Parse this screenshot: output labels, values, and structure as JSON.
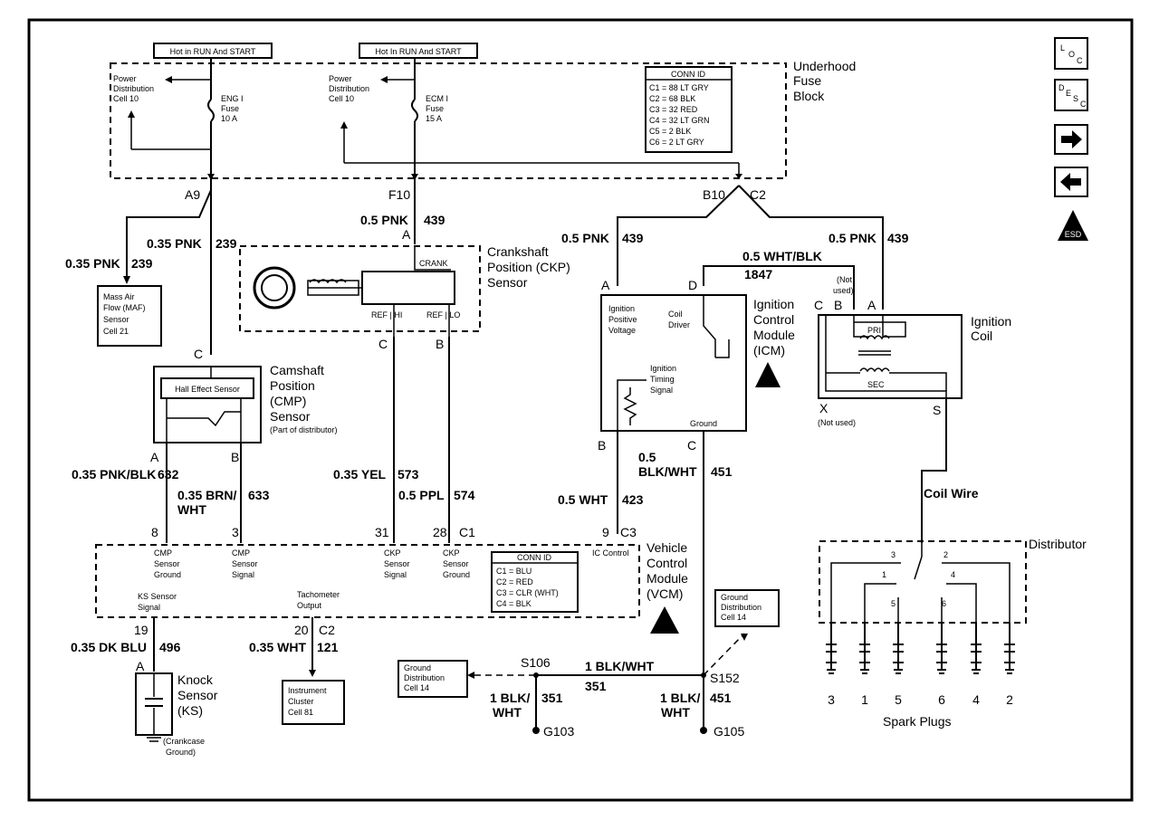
{
  "fuse_block": {
    "hot_left": "Hot in RUN And START",
    "hot_right": "Hot In RUN And START",
    "pd_left": [
      "Power",
      "Distribution",
      "Cell 10"
    ],
    "pd_right": [
      "Power",
      "Distribution",
      "Cell 10"
    ],
    "fuse_left": [
      "ENG I",
      "Fuse",
      "10 A"
    ],
    "fuse_right": [
      "ECM I",
      "Fuse",
      "15 A"
    ],
    "title": [
      "Underhood",
      "Fuse",
      "Block"
    ],
    "conn_title": "CONN ID",
    "conn_rows": [
      "C1 = 88 LT GRY",
      "C2 = 68 BLK",
      "C3 = 32 RED",
      "C4 = 32 LT GRN",
      "C5 = 2 BLK",
      "C6 = 2 LT GRY"
    ],
    "pin_a9": "A9",
    "pin_f10": "F10",
    "pin_b10": "B10",
    "pin_c2": "C2"
  },
  "nav": {
    "loc": [
      "L",
      "O",
      "C"
    ],
    "desc": [
      "D",
      "E",
      "S",
      "C"
    ],
    "esd_label": "ESD"
  },
  "wires": {
    "w1": "0.35 PNK",
    "w1n": "239",
    "w2": "0.35 PNK",
    "w2n": "239",
    "w3": "0.5 PNK",
    "w3n": "439",
    "w4": "0.5 PNK",
    "w4n": "439",
    "w5": "0.5 PNK",
    "w5n": "439",
    "w6": "0.5 WHT/BLK",
    "w6n": "1847",
    "w7": "0.35 PNK/BLK",
    "w7n": "632",
    "w8a": "0.35 BRN/",
    "w8b": "WHT",
    "w8n": "633",
    "w9": "0.35 YEL",
    "w9n": "573",
    "w10": "0.5 PPL",
    "w10n": "574",
    "w11": "0.5 WHT",
    "w11n": "423",
    "w12a": "0.5",
    "w12b": "BLK/WHT",
    "w12n": "451",
    "w13": "0.35 DK BLU",
    "w13n": "496",
    "w14": "0.35 WHT",
    "w14n": "121",
    "w15": "1 BLK/WHT",
    "w15n": "351",
    "w16a": "1 BLK/",
    "w16b": "WHT",
    "w16n": "351",
    "w17a": "1 BLK/",
    "w17b": "WHT",
    "w17n": "451",
    "coil_wire": "Coil Wire"
  },
  "maf": [
    "Mass Air",
    "Flow (MAF)",
    "Sensor",
    "Cell 21"
  ],
  "ckp": {
    "title": [
      "Crankshaft",
      "Position (CKP)",
      "Sensor"
    ],
    "crank": "CRANK",
    "ref_hi": "REF | HI",
    "ref_lo": "REF | LO",
    "pin_a": "A",
    "pin_c": "C",
    "pin_b": "B"
  },
  "cmp": {
    "title": [
      "Camshaft",
      "Position",
      "(CMP)",
      "Sensor"
    ],
    "note": "(Part of distributor)",
    "hall": "Hall Effect Sensor",
    "pin_c": "C",
    "pin_a": "A",
    "pin_b": "B"
  },
  "icm": {
    "title": [
      "Ignition",
      "Control",
      "Module",
      "(ICM)"
    ],
    "ipv": [
      "Ignition",
      "Positive",
      "Voltage"
    ],
    "coil_driver": [
      "Coil",
      "Driver"
    ],
    "timing": [
      "Ignition",
      "Timing",
      "Signal"
    ],
    "ground": "Ground",
    "pin_a": "A",
    "pin_d": "D",
    "pin_b": "B",
    "pin_c": "C"
  },
  "coil": {
    "title": [
      "Ignition",
      "Coil"
    ],
    "pri": "PRI",
    "sec": "SEC",
    "not_used_top": [
      "(Not",
      "used)"
    ],
    "pin_c": "C",
    "pin_b": "B",
    "pin_a": "A",
    "pin_x": "X",
    "pin_s": "S",
    "not_used_x": "(Not used)"
  },
  "vcm": {
    "title": [
      "Vehicle",
      "Control",
      "Module",
      "(VCM)"
    ],
    "cmp_gnd": [
      "CMP",
      "Sensor",
      "Ground"
    ],
    "cmp_sig": [
      "CMP",
      "Sensor",
      "Signal"
    ],
    "ckp_sig": [
      "CKP",
      "Sensor",
      "Signal"
    ],
    "ckp_gnd": [
      "CKP",
      "Sensor",
      "Ground"
    ],
    "ic_ctrl": "IC Control",
    "ks_sig": [
      "KS Sensor",
      "Signal"
    ],
    "tach": [
      "Tachometer",
      "Output"
    ],
    "conn_title": "CONN ID",
    "conn_rows": [
      "C1 = BLU",
      "C2 = RED",
      "C3 = CLR (WHT)",
      "C4 = BLK"
    ],
    "p8": "8",
    "p3": "3",
    "p31": "31",
    "p28": "28",
    "pC1": "C1",
    "p9": "9",
    "pC3": "C3",
    "p19": "19",
    "p20": "20",
    "pC2": "C2"
  },
  "ks": {
    "title": [
      "Knock",
      "Sensor",
      "(KS)"
    ],
    "pin_a": "A",
    "gnd": [
      "(Crankcase",
      "Ground)"
    ]
  },
  "cluster": [
    "Instrument",
    "Cluster",
    "Cell 81"
  ],
  "ground_dist_left": [
    "Ground",
    "Distribution",
    "Cell 14"
  ],
  "ground_dist_right": [
    "Ground",
    "Distribution",
    "Cell 14"
  ],
  "splices": {
    "s106": "S106",
    "s152": "S152",
    "g103": "G103",
    "g105": "G105"
  },
  "distributor": {
    "title": "Distributor",
    "rotor": [
      "3",
      "2",
      "1",
      "4",
      "5",
      "6"
    ],
    "plugs": [
      "3",
      "1",
      "5",
      "6",
      "4",
      "2"
    ],
    "label": "Spark Plugs"
  }
}
